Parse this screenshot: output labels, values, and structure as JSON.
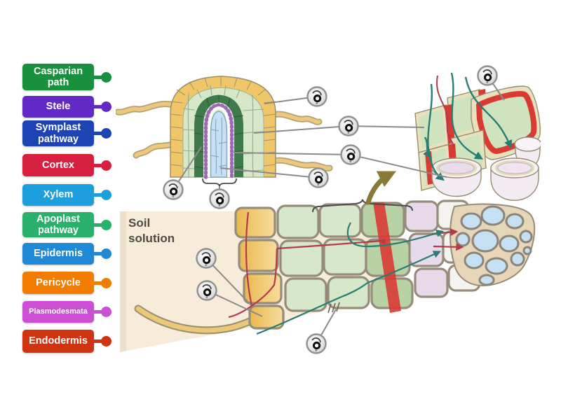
{
  "page": {
    "background_color": "#ffffff",
    "activity_type": "labelled-diagram"
  },
  "answer_labels": [
    {
      "text": "Casparian path",
      "color": "#18903d"
    },
    {
      "text": "Stele",
      "color": "#6329c6"
    },
    {
      "text": "Symplast pathway",
      "color": "#1d43b4"
    },
    {
      "text": "Cortex",
      "color": "#d7203f"
    },
    {
      "text": "Xylem",
      "color": "#1e9fdd"
    },
    {
      "text": "Apoplast pathway",
      "color": "#29b06a"
    },
    {
      "text": "Epidermis",
      "color": "#2089d5"
    },
    {
      "text": "Pericycle",
      "color": "#f27c00"
    },
    {
      "text": "Plasmodesmata",
      "color": "#ca4fd2"
    },
    {
      "text": "Endodermis",
      "color": "#cf330f"
    }
  ],
  "diagram": {
    "soil_label_line1": "Soil",
    "soil_label_line2": "solution",
    "pin_icon": "question-pin-icon",
    "pin_count": 10,
    "artwork_colors": {
      "epidermis_yellow": "#efc668",
      "cortex_green": "#d6e7ca",
      "endodermis_dark_green": "#3f7a4b",
      "endodermis_light_green": "#b7d3a6",
      "casparian_red": "#d93a33",
      "pericycle_lavender": "#e7daea",
      "xylem_blue": "#c4e0f2",
      "symplast_teal": "#2a7d72",
      "apoplast_red": "#b5394b",
      "soil_cream": "#f7ecd9",
      "zoom_arrow_olive": "#8a7a35",
      "cell_wall_tan": "#968c7a",
      "leader_gray": "#8a8a8a"
    }
  }
}
